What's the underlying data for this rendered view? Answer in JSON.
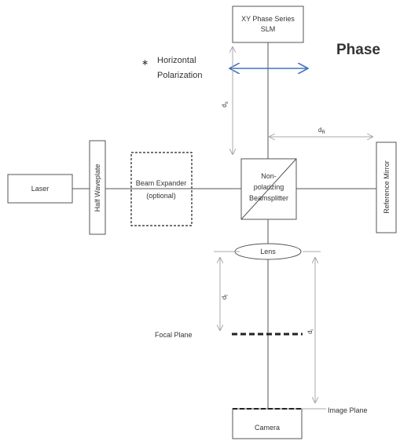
{
  "heading": "Phase",
  "polarization": {
    "marker": "∗",
    "line1": "Horizontal",
    "line2": "Polarization"
  },
  "components": {
    "slm_line1": "XY Phase Series",
    "slm_line2": "SLM",
    "laser": "Laser",
    "half_waveplate": "Half Waveplate",
    "beam_expander_line1": "Beam Expander",
    "beam_expander_line2": "(optional)",
    "beamsplitter_line1": "Non-",
    "beamsplitter_line2": "polarizing",
    "beamsplitter_line3": "Beamsplitter",
    "reference_mirror": "Reference Mirror",
    "lens": "Lens",
    "camera": "Camera"
  },
  "planes": {
    "focal_plane": "Focal Plane",
    "image_plane": "Image Plane"
  },
  "distances": {
    "d_s": "d",
    "d_s_sub": "s",
    "d_r": "d",
    "d_r_sub": "R",
    "d_f": "d",
    "d_f_sub": "f",
    "d_i": "d",
    "d_i_sub": "i"
  },
  "colors": {
    "arrow_blue": "#4472c4",
    "line": "#555555",
    "dim_line": "#aaaaaa"
  }
}
